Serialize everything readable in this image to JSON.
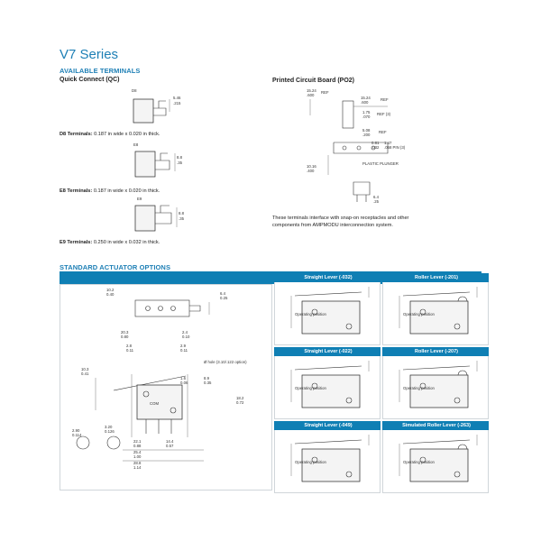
{
  "title": "V7 Series",
  "available_terminals": {
    "heading": "AVAILABLE TERMINALS",
    "quick_connect": "Quick Connect (QC)",
    "d8_label": "D8",
    "d8_caption_bold": "D8 Terminals:",
    "d8_caption": " 0.187 in wide x 0.020 in thick.",
    "e8_label": "E8",
    "e8_caption_bold": "E8 Terminals:",
    "e8_caption": " 0.187 in wide x 0.020 in thick.",
    "e9_label": "E9",
    "e9_caption_bold": "E9 Terminals:",
    "e9_caption": " 0.250 in wide x 0.032 in thick.",
    "pcb_heading": "Printed Circuit Board (PO2)",
    "pcb_note_1": "These terminals interface with snap-on receptacles and other",
    "pcb_note_2": "components from AMPMODU interconnection system.",
    "plastic_plunger": "PLASTIC PLUNGER"
  },
  "actuators": {
    "heading": "STANDARD ACTUATOR OPTIONS",
    "panels": [
      {
        "label": "Straight Lever (-032)"
      },
      {
        "label": "Roller Lever (-201)"
      },
      {
        "label": "Straight Lever (-022)"
      },
      {
        "label": "Roller Lever (-207)"
      },
      {
        "label": "Straight Lever (-049)"
      },
      {
        "label": "Simulated Roller Lever (-263)"
      }
    ],
    "operating_position": "Operating position",
    "hole_note": "Ø hole (3.10/.122 option)",
    "com": "COM"
  },
  "dims": {
    "d102": "10.2",
    "d040": "0.40",
    "d64": "6.4",
    "d025": "0.25",
    "d203": "20.3",
    "d080": "0.80",
    "d28": "2.8",
    "d011": "0.11",
    "d298": "2.9",
    "d011b": "0.11",
    "d103": "10.3",
    "d041": "0.41",
    "d16": "1.6",
    "d006": "0.06",
    "d89": "8.9",
    "d035": "0.35",
    "d182": "18.2",
    "d072": "0.72",
    "d290": "2.90",
    "d114": "0.114",
    "d320": "3.20",
    "d126": "0.126",
    "d221": "22.1",
    "d088": "0.88",
    "d144": "14.4",
    "d057": "0.57",
    "d288": "28.8",
    "d114b": "1.14",
    "d254": "25.4",
    "d100": "1.00",
    "d24": "2.4",
    "d010": "0.10"
  }
}
